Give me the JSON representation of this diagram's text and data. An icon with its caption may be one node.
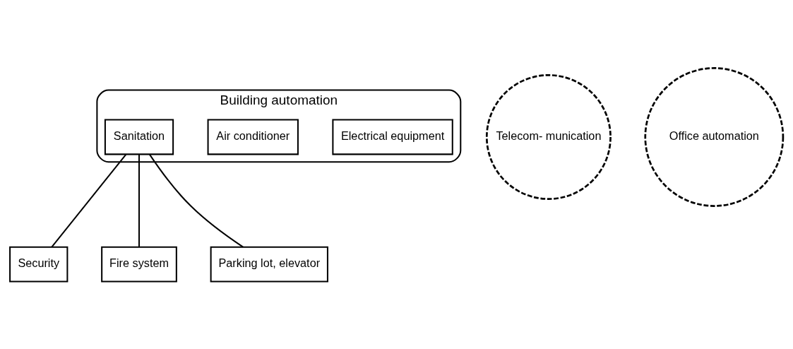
{
  "diagram": {
    "nodes": [
      {
        "text": [
          "Building automation"
        ]
      },
      {
        "text": [
          "Electrical equipment"
        ],
        "in": 0
      },
      {
        "text": [
          "Air conditioner"
        ],
        "in": 0
      },
      {
        "text": [
          "Sanitation"
        ],
        "in": 0
      },
      {
        "text": [
          "Security"
        ]
      },
      {
        "text": [
          "Fire system"
        ]
      },
      {
        "text": [
          "Parking lot, elevator"
        ]
      },
      {
        "text": [
          "Telecom- munication"
        ]
      },
      {
        "text": [
          "Office automation"
        ]
      }
    ],
    "edges": [
      {
        "from": 4,
        "to": 0,
        "arrow": "none"
      },
      {
        "from": 5,
        "to": 0,
        "arrow": "none"
      },
      {
        "from": 6,
        "to": 0,
        "arrow": "none"
      }
    ]
  }
}
